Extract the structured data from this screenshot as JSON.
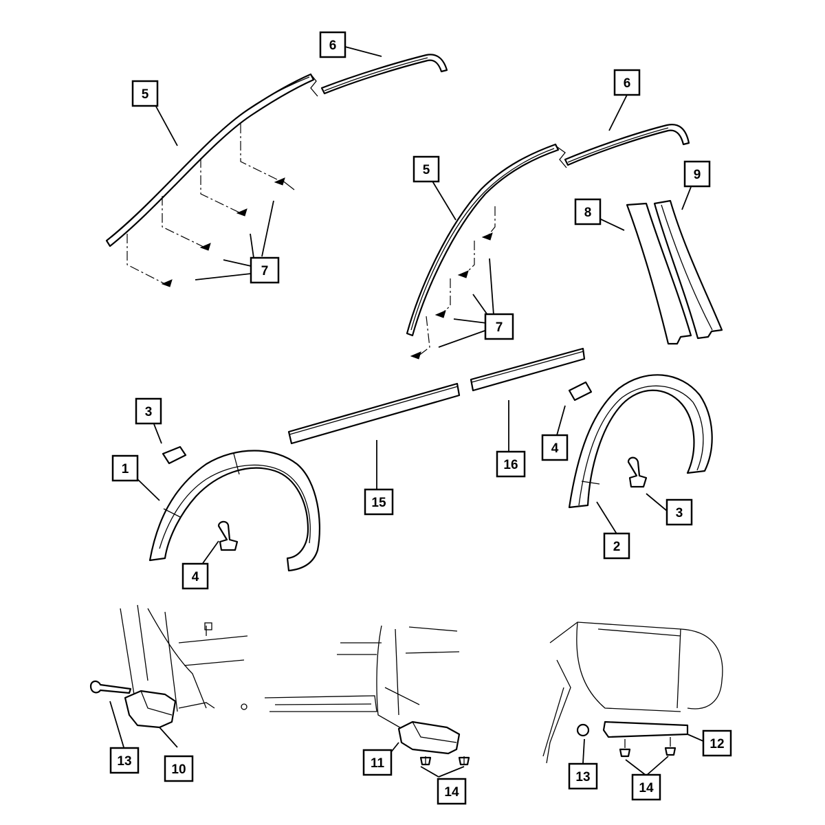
{
  "callouts": [
    {
      "id": "c-5a",
      "label": "5"
    },
    {
      "id": "c-6a",
      "label": "6"
    },
    {
      "id": "c-7a",
      "label": "7"
    },
    {
      "id": "c-5b",
      "label": "5"
    },
    {
      "id": "c-6b",
      "label": "6"
    },
    {
      "id": "c-7b",
      "label": "7"
    },
    {
      "id": "c-8",
      "label": "8"
    },
    {
      "id": "c-9",
      "label": "9"
    },
    {
      "id": "c-3a",
      "label": "3"
    },
    {
      "id": "c-1",
      "label": "1"
    },
    {
      "id": "c-4a",
      "label": "4"
    },
    {
      "id": "c-15",
      "label": "15"
    },
    {
      "id": "c-16",
      "label": "16"
    },
    {
      "id": "c-4b",
      "label": "4"
    },
    {
      "id": "c-3b",
      "label": "3"
    },
    {
      "id": "c-2",
      "label": "2"
    },
    {
      "id": "c-13a",
      "label": "13"
    },
    {
      "id": "c-10",
      "label": "10"
    },
    {
      "id": "c-11",
      "label": "11"
    },
    {
      "id": "c-14a",
      "label": "14"
    },
    {
      "id": "c-12",
      "label": "12"
    },
    {
      "id": "c-13b",
      "label": "13"
    },
    {
      "id": "c-14b",
      "label": "14"
    }
  ]
}
